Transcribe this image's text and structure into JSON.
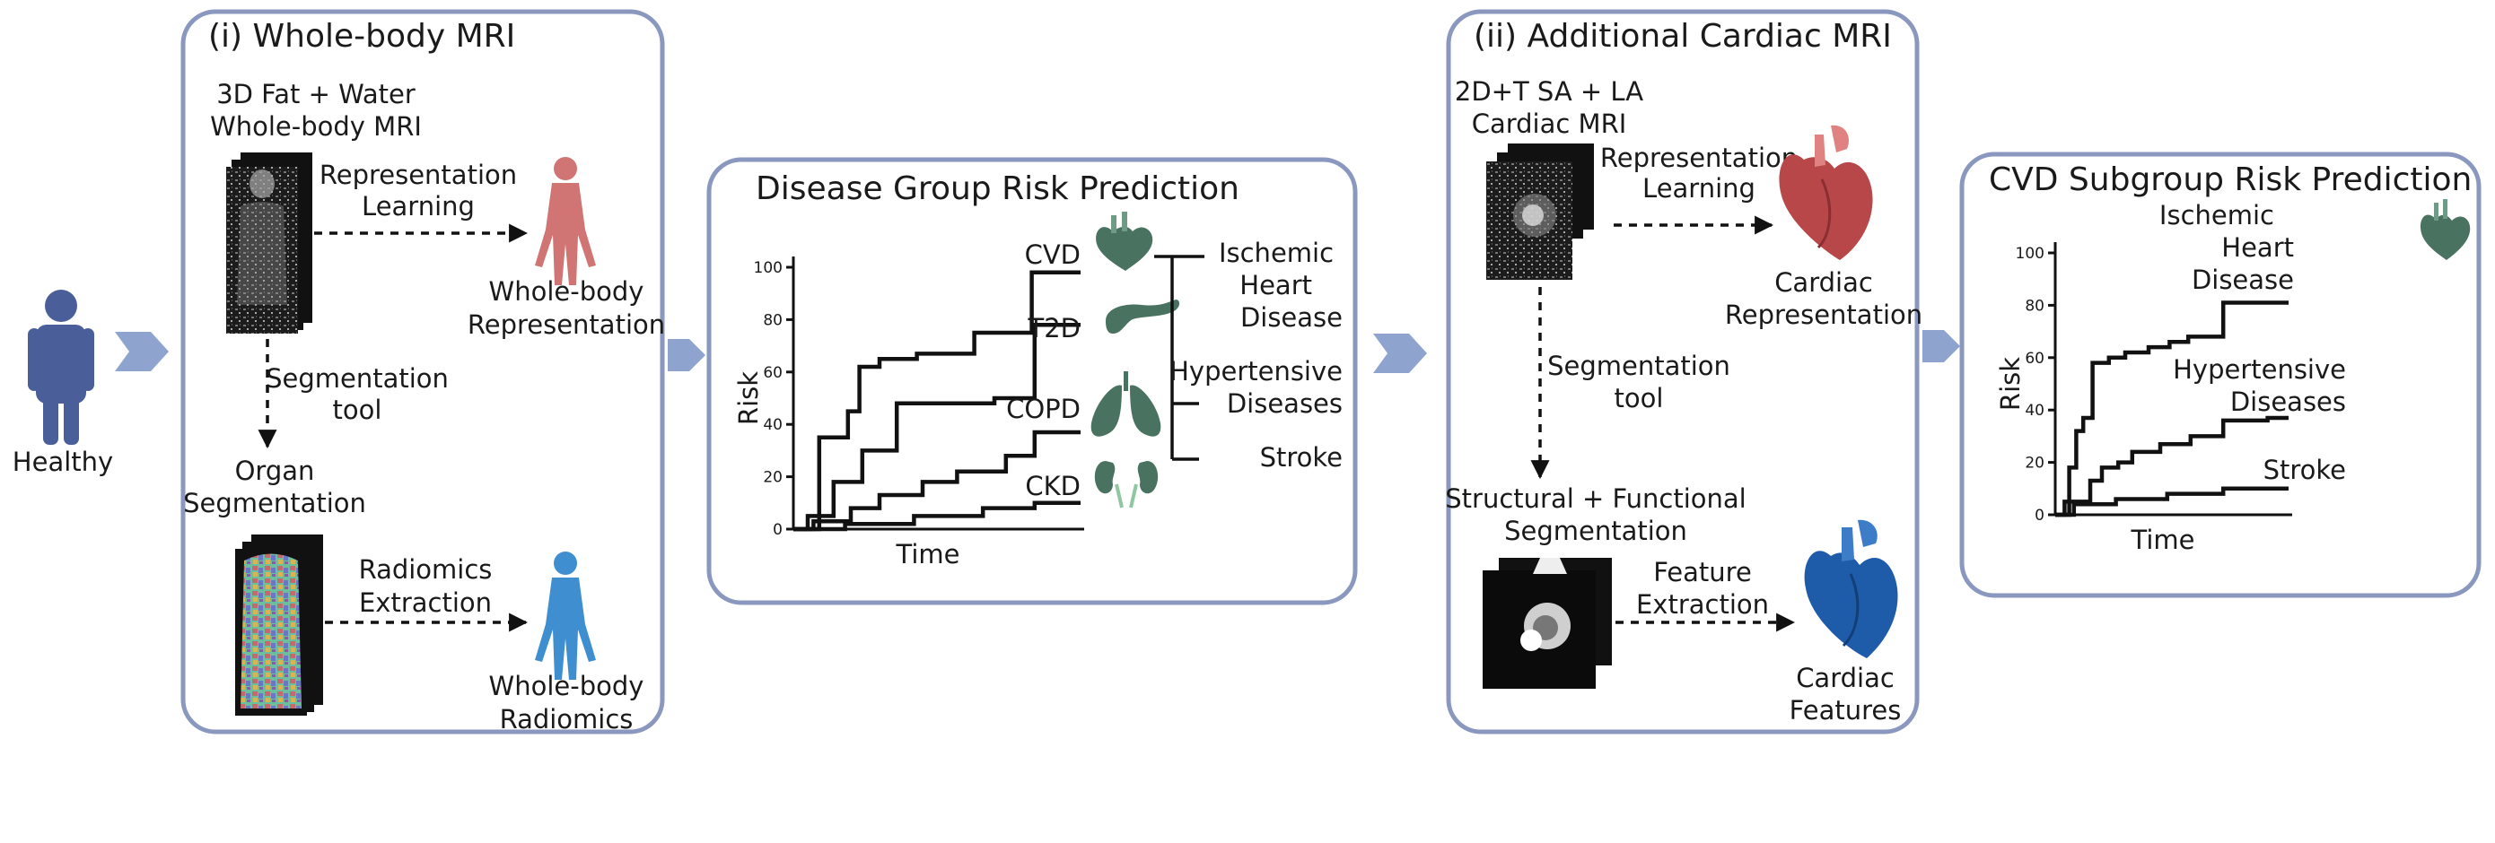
{
  "colors": {
    "panel_border": "#8a97bf",
    "arrow": "#8fa3cf",
    "person_healthy": "#4a5f9a",
    "person_representation": "#d07474",
    "person_radiomics": "#3f8fd0",
    "heart_representation": "#b8474a",
    "heart_features": "#1e5ba8",
    "organ_icons": "#4a7260"
  },
  "icons": {
    "healthy": "person-icon",
    "representation": "body-representation-icon",
    "radiomics": "body-radiomics-icon",
    "cardiac_representation": "heart-icon",
    "cardiac_features": "heart-icon",
    "cvd": "heart-icon",
    "t2d": "pancreas-icon",
    "copd": "lungs-icon",
    "ckd": "kidneys-icon"
  },
  "healthy_label": "Healthy",
  "panel1": {
    "title": "(i) Whole-body MRI",
    "mri_label": [
      "3D Fat + Water",
      "Whole-body MRI"
    ],
    "rep_learning": [
      "Representation",
      "Learning"
    ],
    "rep_output": [
      "Whole-body",
      "Representation"
    ],
    "seg_tool": [
      "Segmentation",
      "tool"
    ],
    "organ_seg": [
      "Organ",
      "Segmentation"
    ],
    "radiomics_extraction": [
      "Radiomics",
      "Extraction"
    ],
    "radiomics_output": [
      "Whole-body",
      "Radiomics"
    ]
  },
  "panel2": {
    "title": "Disease Group Risk Prediction",
    "groups": [
      "CVD",
      "T2D",
      "COPD",
      "CKD"
    ],
    "outcomes": [
      [
        "Ischemic",
        "Heart",
        "Disease"
      ],
      [
        "Hypertensive",
        "Diseases"
      ],
      [
        "Stroke"
      ]
    ]
  },
  "panel3": {
    "title": "(ii) Additional Cardiac MRI",
    "mri_label": [
      "2D+T SA + LA",
      "Cardiac MRI"
    ],
    "rep_learning": [
      "Representation",
      "Learning"
    ],
    "rep_output": [
      "Cardiac",
      "Representation"
    ],
    "seg_tool": [
      "Segmentation",
      "tool"
    ],
    "seg_output": [
      "Structural + Functional",
      "Segmentation"
    ],
    "feature_extraction": [
      "Feature",
      "Extraction"
    ],
    "feature_output": [
      "Cardiac",
      "Features"
    ]
  },
  "panel4": {
    "title": "CVD Subgroup Risk Prediction"
  },
  "chart_data": [
    {
      "type": "line",
      "xlabel": "Time",
      "ylabel": "Risk",
      "ylim": [
        0,
        100
      ],
      "yticks": [
        0,
        20,
        40,
        60,
        80,
        100
      ],
      "x_ticks_shown": false,
      "grid": false,
      "series": [
        {
          "name": "CVD",
          "x": [
            0,
            0.09,
            0.09,
            0.19,
            0.19,
            0.23,
            0.23,
            0.3,
            0.3,
            0.43,
            0.43,
            0.63,
            0.63,
            0.83,
            0.83,
            1.0
          ],
          "y": [
            0,
            0,
            35,
            35,
            45,
            45,
            62,
            62,
            65,
            65,
            67,
            67,
            75,
            75,
            98,
            98
          ]
        },
        {
          "name": "T2D",
          "x": [
            0,
            0.05,
            0.05,
            0.14,
            0.14,
            0.24,
            0.24,
            0.36,
            0.36,
            0.7,
            0.7,
            0.84,
            0.84,
            1.0
          ],
          "y": [
            0,
            0,
            5,
            5,
            18,
            18,
            30,
            30,
            48,
            48,
            50,
            50,
            78,
            78
          ]
        },
        {
          "name": "COPD",
          "x": [
            0,
            0.07,
            0.07,
            0.2,
            0.2,
            0.3,
            0.3,
            0.45,
            0.45,
            0.57,
            0.57,
            0.74,
            0.74,
            0.84,
            0.84,
            1.0
          ],
          "y": [
            0,
            0,
            3,
            3,
            8,
            8,
            13,
            13,
            18,
            18,
            22,
            22,
            28,
            28,
            37,
            37
          ]
        },
        {
          "name": "CKD",
          "x": [
            0,
            0.18,
            0.18,
            0.42,
            0.42,
            0.66,
            0.66,
            0.84,
            0.84,
            1.0
          ],
          "y": [
            0,
            0,
            2,
            2,
            5,
            5,
            8,
            8,
            10,
            10
          ]
        }
      ]
    },
    {
      "type": "line",
      "xlabel": "Time",
      "ylabel": "Risk",
      "ylim": [
        0,
        100
      ],
      "yticks": [
        0,
        20,
        40,
        60,
        80,
        100
      ],
      "x_ticks_shown": false,
      "grid": false,
      "series": [
        {
          "name": "Ischemic Heart Disease",
          "x": [
            0,
            0.06,
            0.06,
            0.09,
            0.09,
            0.12,
            0.12,
            0.16,
            0.16,
            0.23,
            0.23,
            0.3,
            0.3,
            0.4,
            0.4,
            0.49,
            0.49,
            0.57,
            0.57,
            0.72,
            0.72,
            1.0
          ],
          "y": [
            0,
            0,
            18,
            18,
            32,
            32,
            37,
            37,
            58,
            58,
            60,
            60,
            62,
            62,
            64,
            64,
            66,
            66,
            68,
            68,
            81,
            81
          ]
        },
        {
          "name": "Hypertensive Diseases",
          "x": [
            0,
            0.04,
            0.04,
            0.15,
            0.15,
            0.2,
            0.2,
            0.27,
            0.27,
            0.33,
            0.33,
            0.45,
            0.45,
            0.58,
            0.58,
            0.72,
            0.72,
            0.91,
            0.91,
            1.0
          ],
          "y": [
            0,
            0,
            5,
            5,
            13,
            13,
            18,
            18,
            20,
            20,
            24,
            24,
            27,
            27,
            30,
            30,
            36,
            36,
            37,
            37
          ]
        },
        {
          "name": "Stroke",
          "x": [
            0,
            0.08,
            0.08,
            0.26,
            0.26,
            0.48,
            0.48,
            0.72,
            0.72,
            1.0
          ],
          "y": [
            0,
            0,
            4,
            4,
            6,
            6,
            8,
            8,
            10,
            10
          ]
        }
      ]
    }
  ]
}
